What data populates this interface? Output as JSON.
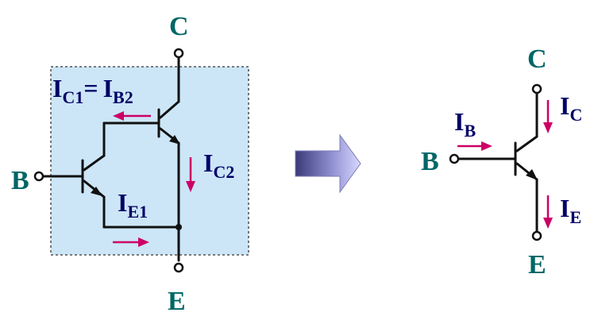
{
  "left": {
    "terminal_c": "C",
    "terminal_b": "B",
    "terminal_e": "E",
    "ic1": {
      "main": "I",
      "sub": "C1"
    },
    "ib2": {
      "main": "I",
      "sub": "B2"
    },
    "equals": "=",
    "ic2": {
      "main": "I",
      "sub": "C2"
    },
    "ie1": {
      "main": "I",
      "sub": "E1"
    }
  },
  "right": {
    "terminal_c": "C",
    "terminal_b": "B",
    "terminal_e": "E",
    "ib": {
      "main": "I",
      "sub": "B"
    },
    "ic": {
      "main": "I",
      "sub": "C"
    },
    "ie": {
      "main": "I",
      "sub": "E"
    }
  },
  "colors": {
    "box_fill": "#cce6f7",
    "terminal_label": "#006666",
    "current_label": "#000066",
    "current_arrow": "#cc0066"
  }
}
